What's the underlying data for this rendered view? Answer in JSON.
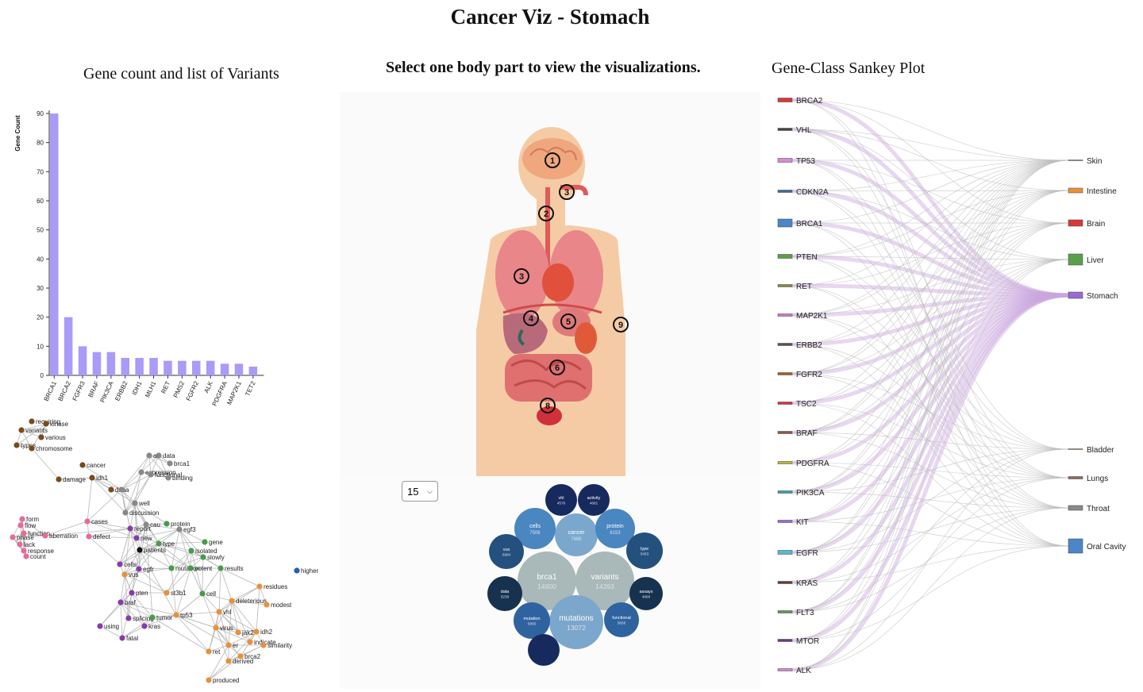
{
  "page": {
    "title": "Cancer Viz - Stomach"
  },
  "bar_panel": {
    "title": "Gene count and list of Variants"
  },
  "body_panel": {
    "title": "Select one body part to view the visualizations.",
    "selected_count": "15",
    "region_labels": [
      "1",
      "2",
      "3",
      "3",
      "4",
      "5",
      "6",
      "8",
      "9"
    ]
  },
  "sankey_panel": {
    "title": "Gene-Class Sankey Plot"
  },
  "colors": {
    "bar": "#a99bf7",
    "sankey_link": "#c9a6de"
  },
  "chart_data": [
    {
      "type": "bar",
      "ylabel": "Gene Count",
      "ylim": [
        0,
        90
      ],
      "yticks": [
        0,
        10,
        20,
        30,
        40,
        50,
        60,
        70,
        80,
        90
      ],
      "categories": [
        "BRCA1",
        "BRCA2",
        "FGFR3",
        "BRAF",
        "PIK3CA",
        "ERBB2",
        "IDH1",
        "MLH1",
        "RET",
        "PMS2",
        "FGFR2",
        "ALK",
        "PDGFRA",
        "MAP2K1",
        "TET2"
      ],
      "values": [
        90,
        20,
        10,
        8,
        8,
        6,
        6,
        6,
        5,
        5,
        5,
        5,
        4,
        4,
        3
      ]
    },
    {
      "type": "sankey",
      "genes": [
        {
          "name": "BRCA2",
          "color": "#d43a3a"
        },
        {
          "name": "VHL",
          "color": "#444444"
        },
        {
          "name": "TP53",
          "color": "#d98ad6"
        },
        {
          "name": "CDKN2A",
          "color": "#3a6b9a"
        },
        {
          "name": "BRCA1",
          "color": "#4a86c8"
        },
        {
          "name": "PTEN",
          "color": "#5aa04a"
        },
        {
          "name": "RET",
          "color": "#8a8a3a"
        },
        {
          "name": "MAP2K1",
          "color": "#c87ac8"
        },
        {
          "name": "ERBB2",
          "color": "#555555"
        },
        {
          "name": "FGFR2",
          "color": "#a0602a"
        },
        {
          "name": "TSC2",
          "color": "#c83a3a"
        },
        {
          "name": "BRAF",
          "color": "#8a5a4a"
        },
        {
          "name": "PDGFRA",
          "color": "#b8b83a"
        },
        {
          "name": "PIK3CA",
          "color": "#3aa0a8"
        },
        {
          "name": "KIT",
          "color": "#9a6ad0"
        },
        {
          "name": "EGFR",
          "color": "#5ab8d0"
        },
        {
          "name": "KRAS",
          "color": "#6a3a3a"
        },
        {
          "name": "FLT3",
          "color": "#5a9a5a"
        },
        {
          "name": "MTOR",
          "color": "#6a3a8a"
        },
        {
          "name": "ALK",
          "color": "#d08ad0"
        }
      ],
      "classes": [
        {
          "name": "Skin",
          "color": "#9a9a9a"
        },
        {
          "name": "Intestine",
          "color": "#e8913a"
        },
        {
          "name": "Brain",
          "color": "#d43a3a"
        },
        {
          "name": "Liver",
          "color": "#5aa04a"
        },
        {
          "name": "Stomach",
          "color": "#9a6ad0"
        },
        {
          "name": "Bladder",
          "color": "#c8a07a"
        },
        {
          "name": "Lungs",
          "color": "#8a6a5a"
        },
        {
          "name": "Throat",
          "color": "#8a8a8a"
        },
        {
          "name": "Oral Cavity",
          "color": "#4a86c8"
        }
      ]
    },
    {
      "type": "bubble",
      "bubbles": [
        {
          "label": "brca1",
          "value": "14800",
          "color": "#a9b8b8"
        },
        {
          "label": "variants",
          "value": "14393",
          "color": "#a9b8b8"
        },
        {
          "label": "mutations",
          "value": "13072",
          "color": "#7ba7cc"
        },
        {
          "label": "cancer",
          "value": "7688",
          "color": "#7ba7cc"
        },
        {
          "label": "cells",
          "value": "7506",
          "color": "#4a86c0"
        },
        {
          "label": "protein",
          "value": "6153",
          "color": "#4a86c0"
        },
        {
          "label": "vus",
          "value": "5984",
          "color": "#24507e"
        },
        {
          "label": "mutation",
          "value": "5805",
          "color": "#2f63a0"
        },
        {
          "label": "functional",
          "value": "5656",
          "color": "#2f63a0"
        },
        {
          "label": "type",
          "value": "5453",
          "color": "#24507e"
        },
        {
          "label": "data",
          "value": "5236",
          "color": "#17324e"
        },
        {
          "label": "assays",
          "value": "4890",
          "color": "#17324e"
        },
        {
          "label": "vhl",
          "value": "4576",
          "color": "#162a5e"
        },
        {
          "label": "activity",
          "value": "4681",
          "color": "#162a5e"
        },
        {
          "label": "",
          "value": "",
          "color": "#162a5e"
        }
      ]
    },
    {
      "type": "network",
      "nodes": [
        {
          "label": "requiring",
          "color": "#7a4a1a"
        },
        {
          "label": "kinase",
          "color": "#7a4a1a"
        },
        {
          "label": "variants",
          "color": "#7a4a1a"
        },
        {
          "label": "various",
          "color": "#7a4a1a"
        },
        {
          "label": "types",
          "color": "#7a4a1a"
        },
        {
          "label": "chromosome",
          "color": "#7a4a1a"
        },
        {
          "label": "cancer",
          "color": "#7a4a1a"
        },
        {
          "label": "damage",
          "color": "#7a4a1a"
        },
        {
          "label": "idh1",
          "color": "#7a4a1a"
        },
        {
          "label": "dna",
          "color": "#7a4a1a"
        },
        {
          "label": "all",
          "color": "#888888"
        },
        {
          "label": "data",
          "color": "#888888"
        },
        {
          "label": "brca1",
          "color": "#888888"
        },
        {
          "label": "expression",
          "color": "#888888"
        },
        {
          "label": "functional",
          "color": "#888888"
        },
        {
          "label": "binding",
          "color": "#888888"
        },
        {
          "label": "a",
          "color": "#888888"
        },
        {
          "label": "well",
          "color": "#888888"
        },
        {
          "label": "discussion",
          "color": "#888888"
        },
        {
          "label": "cases",
          "color": "#e86a9a"
        },
        {
          "label": "form",
          "color": "#e86a9a"
        },
        {
          "label": "flow",
          "color": "#e86a9a"
        },
        {
          "label": "function",
          "color": "#e86a9a"
        },
        {
          "label": "phase",
          "color": "#e86a9a"
        },
        {
          "label": "aberration",
          "color": "#e86a9a"
        },
        {
          "label": "defect",
          "color": "#e86a9a"
        },
        {
          "label": "lack",
          "color": "#e86a9a"
        },
        {
          "label": "response",
          "color": "#e86a9a"
        },
        {
          "label": "count",
          "color": "#e86a9a"
        },
        {
          "label": "cau",
          "color": "#888888"
        },
        {
          "label": "protein",
          "color": "#4a9a4a"
        },
        {
          "label": "report",
          "color": "#8a3aaa"
        },
        {
          "label": "egf3",
          "color": "#888888"
        },
        {
          "label": "new",
          "color": "#8a3aaa"
        },
        {
          "label": "type",
          "color": "#4a9a4a"
        },
        {
          "label": "patients",
          "color": "#111111"
        },
        {
          "label": "gene",
          "color": "#4a9a4a"
        },
        {
          "label": "isolated",
          "color": "#4a9a4a"
        },
        {
          "label": "slowly",
          "color": "#4a9a4a"
        },
        {
          "label": "cells",
          "color": "#8a3aaa"
        },
        {
          "label": "egfr",
          "color": "#8a3aaa"
        },
        {
          "label": "vus",
          "color": "#e8913a"
        },
        {
          "label": "mutation",
          "color": "#4a9a4a"
        },
        {
          "label": "potent",
          "color": "#4a9a4a"
        },
        {
          "label": "results",
          "color": "#4a9a4a"
        },
        {
          "label": "higher",
          "color": "#2a5ab8"
        },
        {
          "label": "residues",
          "color": "#e8913a"
        },
        {
          "label": "pten",
          "color": "#8a3aaa"
        },
        {
          "label": "st3b1",
          "color": "#e8913a"
        },
        {
          "label": "cell",
          "color": "#4a9a4a"
        },
        {
          "label": "deleterious",
          "color": "#e8913a"
        },
        {
          "label": "modest",
          "color": "#e8913a"
        },
        {
          "label": "braf",
          "color": "#8a3aaa"
        },
        {
          "label": "vhl",
          "color": "#e8913a"
        },
        {
          "label": "splicing",
          "color": "#8a3aaa"
        },
        {
          "label": "tumor",
          "color": "#4a9a4a"
        },
        {
          "label": "tp53",
          "color": "#e8913a"
        },
        {
          "label": "kras",
          "color": "#8a3aaa"
        },
        {
          "label": "using",
          "color": "#8a3aaa"
        },
        {
          "label": "virus",
          "color": "#e8913a"
        },
        {
          "label": "jak2",
          "color": "#e8913a"
        },
        {
          "label": "idh2",
          "color": "#e8913a"
        },
        {
          "label": "fatal",
          "color": "#8a3aaa"
        },
        {
          "label": "indicate",
          "color": "#e8913a"
        },
        {
          "label": "similarity",
          "color": "#e8913a"
        },
        {
          "label": "er",
          "color": "#e8913a"
        },
        {
          "label": "ret",
          "color": "#e8913a"
        },
        {
          "label": "brca2",
          "color": "#e8913a"
        },
        {
          "label": "derived",
          "color": "#e8913a"
        },
        {
          "label": "produced",
          "color": "#e8913a"
        }
      ]
    }
  ]
}
